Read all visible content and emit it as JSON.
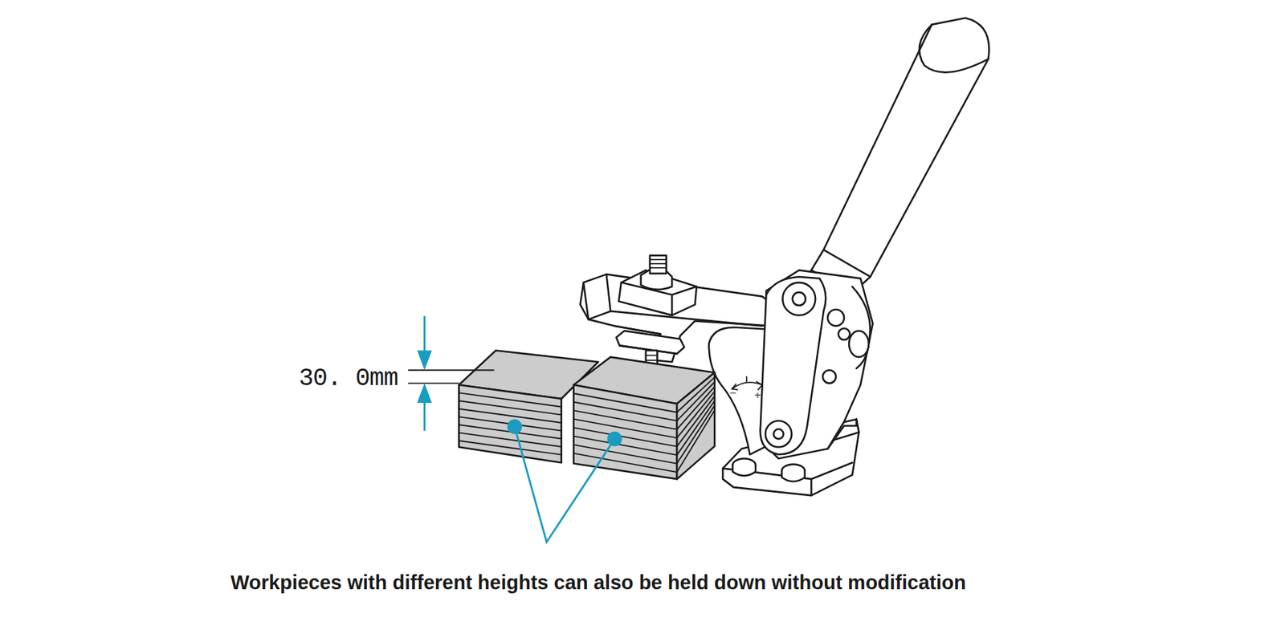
{
  "diagram": {
    "caption": "Workpieces with different heights can also be held down without modification",
    "labels": [
      "30. 0mm",
      "−",
      "+"
    ]
  }
}
